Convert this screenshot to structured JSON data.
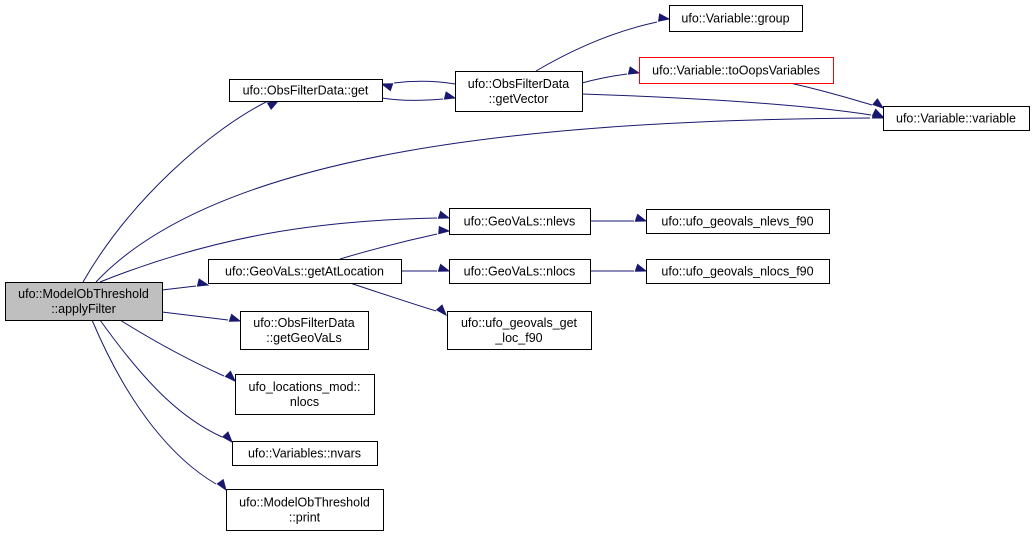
{
  "colors": {
    "node_border": "#000000",
    "node_fill": "#ffffff",
    "root_fill": "#bfbfbf",
    "truncated_border": "#ff0000",
    "edge": "#191970"
  },
  "nodes": [
    {
      "id": "applyFilter",
      "lines": [
        "ufo::ModelObThreshold",
        "::applyFilter"
      ],
      "role": "root"
    },
    {
      "id": "ofd_get",
      "lines": [
        "ufo::ObsFilterData::get"
      ],
      "role": "normal"
    },
    {
      "id": "ofd_getVector",
      "lines": [
        "ufo::ObsFilterData",
        "::getVector"
      ],
      "role": "normal"
    },
    {
      "id": "var_group",
      "lines": [
        "ufo::Variable::group"
      ],
      "role": "normal"
    },
    {
      "id": "var_toOops",
      "lines": [
        "ufo::Variable::toOopsVariables"
      ],
      "role": "truncated"
    },
    {
      "id": "var_variable",
      "lines": [
        "ufo::Variable::variable"
      ],
      "role": "normal"
    },
    {
      "id": "gv_nlevs",
      "lines": [
        "ufo::GeoVaLs::nlevs"
      ],
      "role": "normal"
    },
    {
      "id": "gv_nlevs_f90",
      "lines": [
        "ufo::ufo_geovals_nlevs_f90"
      ],
      "role": "normal"
    },
    {
      "id": "gv_getAtLocation",
      "lines": [
        "ufo::GeoVaLs::getAtLocation"
      ],
      "role": "normal"
    },
    {
      "id": "gv_nlocs",
      "lines": [
        "ufo::GeoVaLs::nlocs"
      ],
      "role": "normal"
    },
    {
      "id": "gv_nlocs_f90",
      "lines": [
        "ufo::ufo_geovals_nlocs_f90"
      ],
      "role": "normal"
    },
    {
      "id": "gv_get_loc_f90",
      "lines": [
        "ufo::ufo_geovals_get",
        "_loc_f90"
      ],
      "role": "normal"
    },
    {
      "id": "ofd_getGeoVaLs",
      "lines": [
        "ufo::ObsFilterData",
        "::getGeoVaLs"
      ],
      "role": "normal"
    },
    {
      "id": "loc_nlocs",
      "lines": [
        "ufo_locations_mod::",
        "nlocs"
      ],
      "role": "normal"
    },
    {
      "id": "vars_nvars",
      "lines": [
        "ufo::Variables::nvars"
      ],
      "role": "normal"
    },
    {
      "id": "mot_print",
      "lines": [
        "ufo::ModelObThreshold",
        "::print"
      ],
      "role": "normal"
    }
  ],
  "edges": [
    {
      "from": "applyFilter",
      "to": "ofd_get"
    },
    {
      "from": "applyFilter",
      "to": "var_variable"
    },
    {
      "from": "applyFilter",
      "to": "gv_nlevs"
    },
    {
      "from": "applyFilter",
      "to": "gv_getAtLocation"
    },
    {
      "from": "applyFilter",
      "to": "ofd_getGeoVaLs"
    },
    {
      "from": "applyFilter",
      "to": "loc_nlocs"
    },
    {
      "from": "applyFilter",
      "to": "vars_nvars"
    },
    {
      "from": "applyFilter",
      "to": "mot_print"
    },
    {
      "from": "ofd_get",
      "to": "ofd_getVector"
    },
    {
      "from": "ofd_getVector",
      "to": "ofd_get"
    },
    {
      "from": "ofd_getVector",
      "to": "var_group"
    },
    {
      "from": "ofd_getVector",
      "to": "var_toOops"
    },
    {
      "from": "ofd_getVector",
      "to": "var_variable"
    },
    {
      "from": "var_toOops",
      "to": "var_variable"
    },
    {
      "from": "gv_nlevs",
      "to": "gv_nlevs_f90"
    },
    {
      "from": "gv_getAtLocation",
      "to": "gv_nlevs"
    },
    {
      "from": "gv_getAtLocation",
      "to": "gv_nlocs"
    },
    {
      "from": "gv_getAtLocation",
      "to": "gv_get_loc_f90"
    },
    {
      "from": "gv_nlocs",
      "to": "gv_nlocs_f90"
    }
  ]
}
